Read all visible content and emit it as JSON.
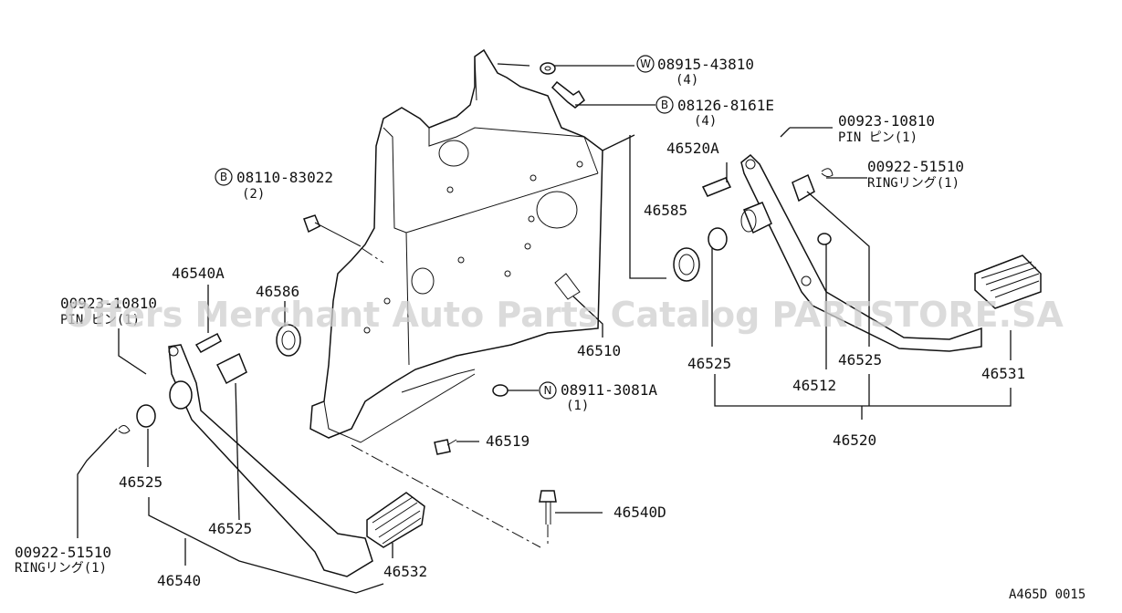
{
  "diagram": {
    "code": "A465D 0015",
    "watermark": "Offers Merchant Auto Parts Catalog PARTSTORE.SA",
    "callouts": [
      {
        "id": "w-08915",
        "prefix": "W",
        "text": "08915-43810",
        "qty": "(4)"
      },
      {
        "id": "b-08126",
        "prefix": "B",
        "text": "08126-8161E",
        "qty": "(4)"
      },
      {
        "id": "b-08110",
        "prefix": "B",
        "text": "08110-83022",
        "qty": "(2)"
      },
      {
        "id": "n-08911",
        "prefix": "N",
        "text": "08911-3081A",
        "qty": "(1)"
      }
    ],
    "pins": [
      {
        "id": "pin-right",
        "number": "00923-10810",
        "desc": "PIN ピン(1)"
      },
      {
        "id": "pin-left",
        "number": "00923-10810",
        "desc": "PIN ピン(1)"
      }
    ],
    "rings": [
      {
        "id": "ring-right",
        "number": "00922-51510",
        "desc": "RINGリング(1)"
      },
      {
        "id": "ring-left",
        "number": "00922-51510",
        "desc": "RINGリング(1)"
      }
    ],
    "parts": {
      "p46520A": "46520A",
      "p46585": "46585",
      "p46540A": "46540A",
      "p46586": "46586",
      "p46510": "46510",
      "p46525_r1": "46525",
      "p46525_r2": "46525",
      "p46512": "46512",
      "p46531": "46531",
      "p46520": "46520",
      "p46519": "46519",
      "p46540D": "46540D",
      "p46525_l1": "46525",
      "p46525_l2": "46525",
      "p46540": "46540",
      "p46532": "46532"
    }
  }
}
